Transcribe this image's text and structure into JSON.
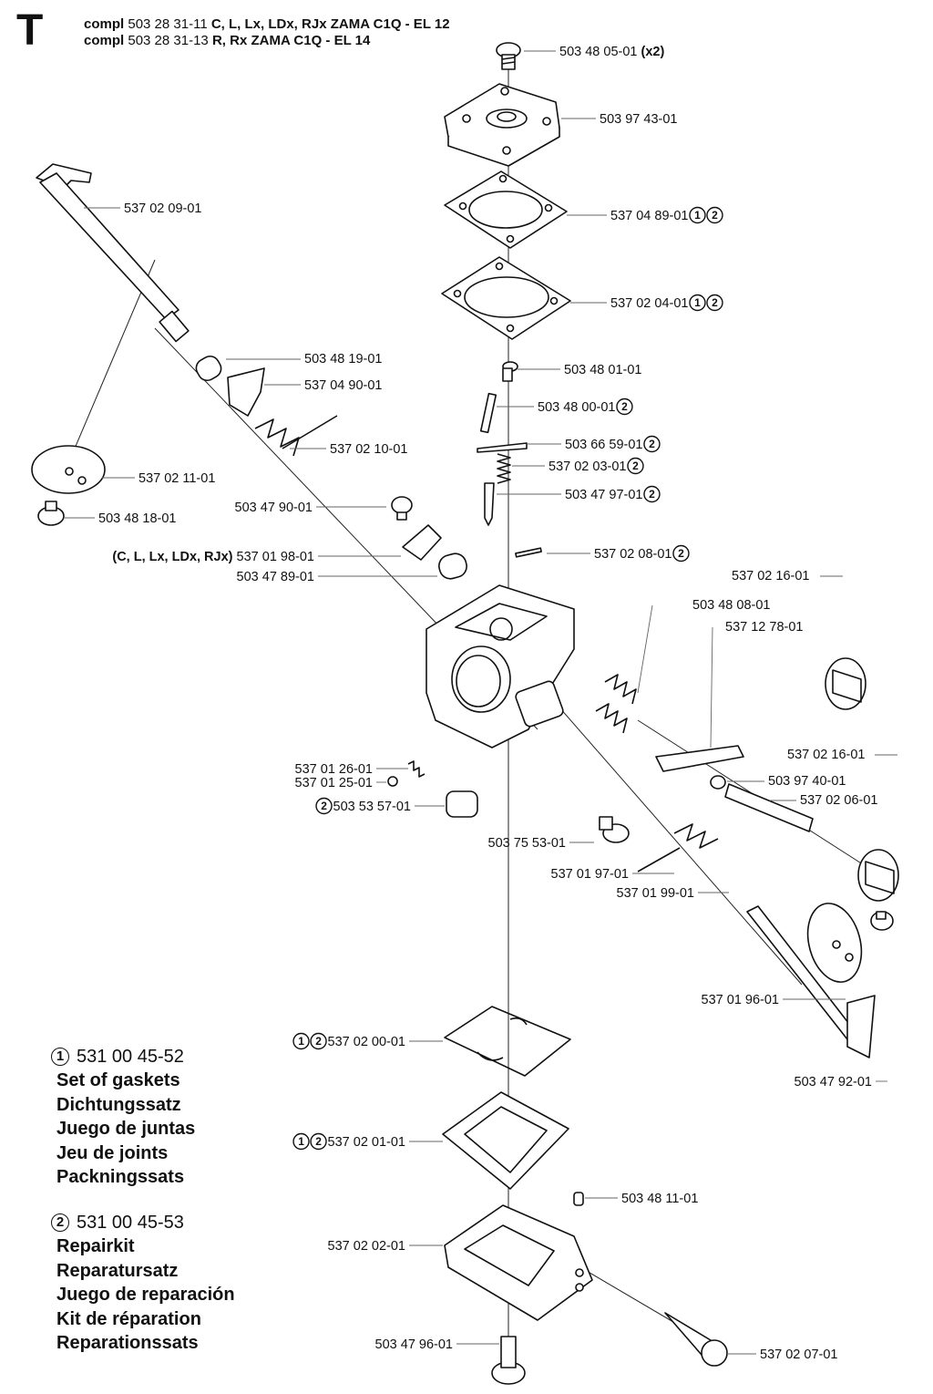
{
  "header": {
    "letter": "T",
    "lines": [
      {
        "prefix": "compl",
        "number": "503 28 31-11",
        "models": "C, L, Lx, LDx, RJx ZAMA C1Q - EL 12"
      },
      {
        "prefix": "compl",
        "number": "503 28 31-13",
        "models": "R, Rx ZAMA C1Q - EL 14"
      }
    ]
  },
  "parts": [
    {
      "id": "503 48 05-01",
      "suffix": "(x2)",
      "kits": []
    },
    {
      "id": "503 97 43-01",
      "suffix": "",
      "kits": []
    },
    {
      "id": "537 04 89-01",
      "suffix": "",
      "kits": [
        "1",
        "2"
      ]
    },
    {
      "id": "537 02 04-01",
      "suffix": "",
      "kits": [
        "1",
        "2"
      ]
    },
    {
      "id": "503 48 01-01",
      "suffix": "",
      "kits": []
    },
    {
      "id": "503 48 00-01",
      "suffix": "",
      "kits": [
        "2"
      ]
    },
    {
      "id": "503 66 59-01",
      "suffix": "",
      "kits": [
        "2"
      ]
    },
    {
      "id": "537 02 03-01",
      "suffix": "",
      "kits": [
        "2"
      ]
    },
    {
      "id": "503 47 97-01",
      "suffix": "",
      "kits": [
        "2"
      ]
    },
    {
      "id": "537 02 08-01",
      "suffix": "",
      "kits": [
        "2"
      ]
    },
    {
      "id": "537 02 16-01",
      "suffix": "",
      "kits": []
    },
    {
      "id": "503 48 08-01",
      "suffix": "",
      "kits": []
    },
    {
      "id": "537 12 78-01",
      "suffix": "",
      "kits": []
    },
    {
      "id": "537 02 16-01",
      "suffix": "",
      "kits": []
    },
    {
      "id": "503 97 40-01",
      "suffix": "",
      "kits": []
    },
    {
      "id": "537 02 06-01",
      "suffix": "",
      "kits": []
    },
    {
      "id": "537 02 09-01",
      "suffix": "",
      "kits": []
    },
    {
      "id": "503 48 19-01",
      "suffix": "",
      "kits": []
    },
    {
      "id": "537 04 90-01",
      "suffix": "",
      "kits": []
    },
    {
      "id": "537 02 10-01",
      "suffix": "",
      "kits": []
    },
    {
      "id": "537 02 11-01",
      "suffix": "",
      "kits": []
    },
    {
      "id": "503 47 90-01",
      "suffix": "",
      "kits": []
    },
    {
      "id": "503 48 18-01",
      "suffix": "",
      "kits": []
    },
    {
      "id": "537 01 98-01",
      "prefix": "(C, L, Lx, LDx, RJx)",
      "suffix": "",
      "kits": []
    },
    {
      "id": "503 47 89-01",
      "suffix": "",
      "kits": []
    },
    {
      "id": "537 01 26-01",
      "suffix": "",
      "kits": []
    },
    {
      "id": "537 01 25-01",
      "suffix": "",
      "kits": []
    },
    {
      "id": "503 53 57-01",
      "suffix": "",
      "kits": [
        "2"
      ],
      "kits_before": true
    },
    {
      "id": "503 75 53-01",
      "suffix": "",
      "kits": []
    },
    {
      "id": "537 01 97-01",
      "suffix": "",
      "kits": []
    },
    {
      "id": "537 01 99-01",
      "suffix": "",
      "kits": []
    },
    {
      "id": "537 01 96-01",
      "suffix": "",
      "kits": []
    },
    {
      "id": "503 47 92-01",
      "suffix": "",
      "kits": []
    },
    {
      "id": "537 02 00-01",
      "suffix": "",
      "kits": [
        "1",
        "2"
      ],
      "kits_before": true
    },
    {
      "id": "537 02 01-01",
      "suffix": "",
      "kits": [
        "1",
        "2"
      ],
      "kits_before": true
    },
    {
      "id": "503 48 11-01",
      "suffix": "",
      "kits": []
    },
    {
      "id": "537 02 02-01",
      "suffix": "",
      "kits": []
    },
    {
      "id": "503 47 96-01",
      "suffix": "",
      "kits": []
    },
    {
      "id": "537 02 07-01",
      "suffix": "",
      "kits": []
    }
  ],
  "kits": [
    {
      "mark": "1",
      "number": "531 00 45-52",
      "names": [
        "Set of gaskets",
        "Dichtungssatz",
        "Juego de juntas",
        "Jeu de joints",
        "Packningssats"
      ]
    },
    {
      "mark": "2",
      "number": "531 00 45-53",
      "names": [
        "Repairkit",
        "Reparatursatz",
        "Juego de reparación",
        "Kit de réparation",
        "Reparationssats"
      ]
    }
  ]
}
